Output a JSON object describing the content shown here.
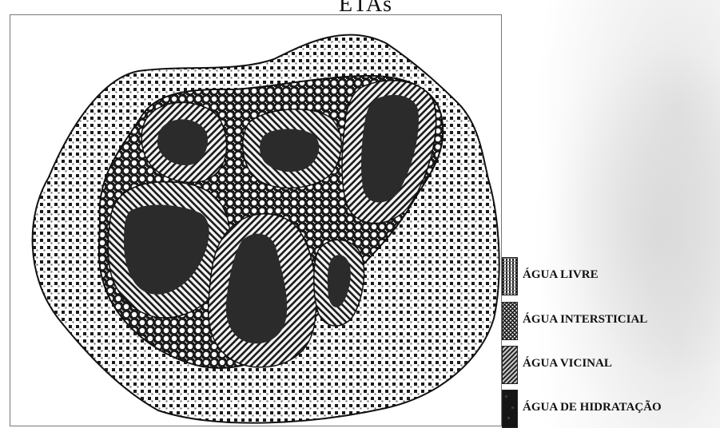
{
  "title": "ETAs",
  "legend": [
    {
      "label": "ÁGUA LIVRE",
      "pattern": "vertical-stripes"
    },
    {
      "label": "ÁGUA INTERSTICIAL",
      "pattern": "cross-hatch"
    },
    {
      "label": "ÁGUA VICINAL",
      "pattern": "diagonal-hatch"
    },
    {
      "label": "ÁGUA DE HIDRATAÇÃO",
      "pattern": "solid-dark"
    }
  ],
  "colors": {
    "ink": "#1a1a1a",
    "dark_core": "#2b2b2b",
    "paper": "#ffffff"
  }
}
